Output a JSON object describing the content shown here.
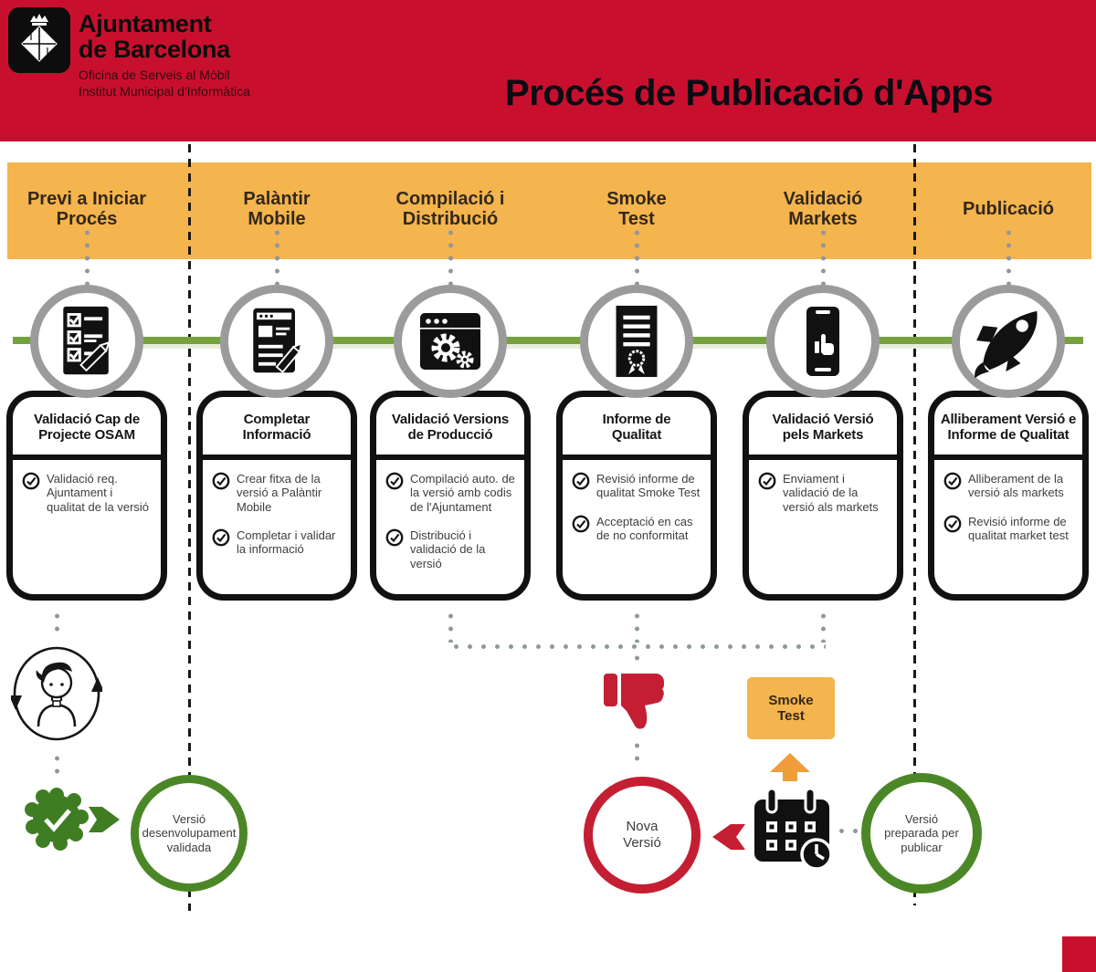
{
  "header": {
    "org_name": "Ajuntament\nde Barcelona",
    "org_sub1": "Oficina de Serveis al Mòbil",
    "org_sub2": "Institut Municipal d'Informàtica",
    "title": "Procés de Publicació d'Apps",
    "logo_icon": "bcn-crest-icon"
  },
  "colors": {
    "brand_red": "#c8102e",
    "band_orange": "#f4b44e",
    "line_green": "#76a23e",
    "circle_green": "#4c8727",
    "accent_red": "#c41e33",
    "arrow_orange": "#f09d3c",
    "circle_gray": "#9b9b9b"
  },
  "stages": [
    {
      "header": "Previ a Iniciar\nProcés",
      "icon": "checklist-pencil-icon",
      "card_title": "Validació Cap de\nProjecte OSAM",
      "items": [
        "Validació req. Ajuntament i qualitat de la versió"
      ]
    },
    {
      "header": "Palàntir\nMobile",
      "icon": "form-edit-icon",
      "card_title": "Completar\nInformació",
      "items": [
        "Crear fitxa de la versió a Palàntir Mobile",
        "Completar i validar la informació"
      ]
    },
    {
      "header": "Compilació i\nDistribució",
      "icon": "browser-gears-icon",
      "card_title": "Validació Versions\nde Producció",
      "items": [
        "Compilació auto. de la versió amb codis de l'Ajuntament",
        "Distribució i validació de la versió"
      ]
    },
    {
      "header": "Smoke\nTest",
      "icon": "quality-report-icon",
      "card_title": "Informe de\nQualitat",
      "items": [
        "Revisió informe de qualitat Smoke Test",
        "Acceptació en cas de no conformitat"
      ]
    },
    {
      "header": "Validació\nMarkets",
      "icon": "phone-approval-icon",
      "card_title": "Validació Versió\npels Markets",
      "items": [
        "Enviament i validació de la versió als markets"
      ]
    },
    {
      "header": "Publicació",
      "icon": "rocket-icon",
      "card_title": "Alliberament Versió e\nInforme de Qualitat",
      "items": [
        "Alliberament de la versió als markets",
        "Revisió informe de qualitat market test"
      ]
    }
  ],
  "bottom": {
    "dev_loop_icon": "person-cycle-icon",
    "badge_icon": "seal-check-icon",
    "arrow_right_icon": "arrow-right-icon",
    "circle1_label": "Versió\ndesenvolupament\nvalidada",
    "thumbs_down_icon": "thumbs-down-icon",
    "nova_label": "Nova\nVersió",
    "arrow_left_icon": "arrow-left-icon",
    "calendar_icon": "calendar-clock-icon",
    "arrow_up_icon": "arrow-up-icon",
    "smoke_label": "Smoke\nTest",
    "circle2_label": "Versió\npreparada per\npublicar"
  }
}
